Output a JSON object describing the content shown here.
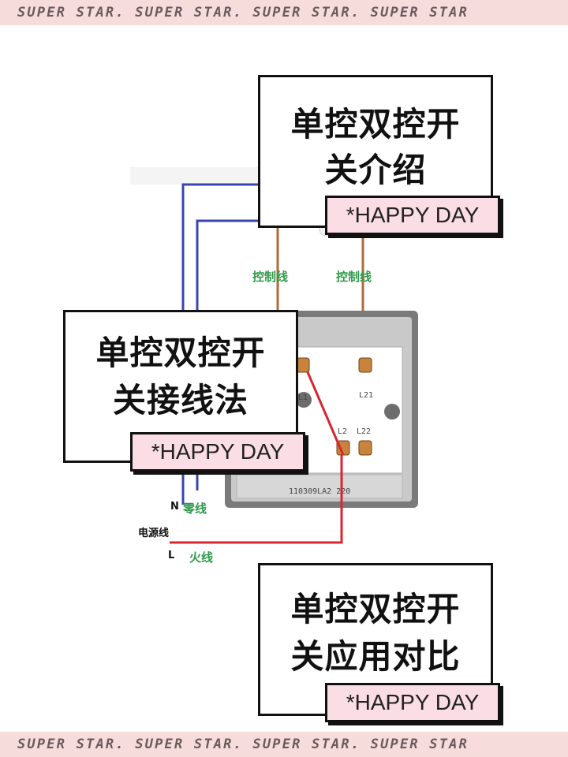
{
  "banner": {
    "text": "SUPER STAR. SUPER STAR. SUPER STAR. SUPER STAR"
  },
  "cards": [
    {
      "line1": "单控双控开",
      "line2": "关介绍",
      "tag": "*HAPPY DAY"
    },
    {
      "line1": "单控双控开",
      "line2": "关接线法",
      "tag": "*HAPPY DAY"
    },
    {
      "line1": "单控双控开",
      "line2": "关应用对比",
      "tag": "*HAPPY DAY"
    }
  ],
  "wiring": {
    "control_wire_left": "控制线",
    "control_wire_right": "控制线",
    "terminal_l1": "L1",
    "terminal_l21": "L21",
    "terminal_l2": "L2",
    "terminal_l22": "L22",
    "model_code": "110309LA2 220",
    "n_letter": "N",
    "neutral_wire": "零线",
    "power_label": "电源线",
    "l_letter": "L",
    "live_wire": "火线"
  },
  "colors": {
    "banner_bg": "#f7dcdc",
    "tag_bg": "#fbdde6",
    "wire_blue": "#3845b0",
    "wire_red": "#d8262f",
    "wire_brown": "#b06a3a",
    "label_green": "#2f9a4a"
  }
}
